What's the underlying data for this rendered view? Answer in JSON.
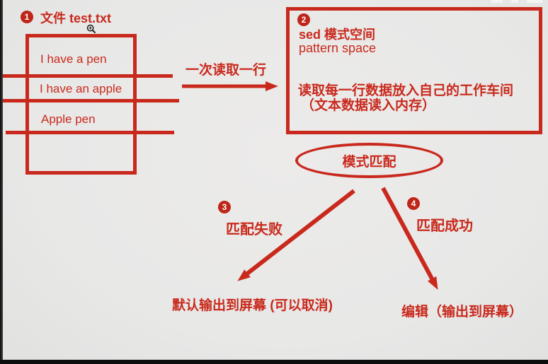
{
  "accent_color": "#c9291c",
  "background_color": "#e9e9e8",
  "step1": {
    "number": "1",
    "title": "文件 test.txt"
  },
  "file_box": {
    "lines": [
      "I have a pen",
      "I have an apple",
      "Apple pen"
    ]
  },
  "transfer": {
    "label": "一次读取一行"
  },
  "step2": {
    "number": "2",
    "title_cn": "sed 模式空间",
    "title_en": "pattern space",
    "desc_line1": "读取每一行数据放入自己的工作车间",
    "desc_line2": "（文本数据读入内存）"
  },
  "match_node": {
    "label": "模式匹配"
  },
  "step3": {
    "number": "3",
    "label": "匹配失败",
    "result": "默认输出到屏幕 (可以取消)"
  },
  "step4": {
    "number": "4",
    "label": "匹配成功",
    "result": "编辑（输出到屏幕）"
  },
  "icons": {
    "cursor": "zoom-in-cursor"
  }
}
